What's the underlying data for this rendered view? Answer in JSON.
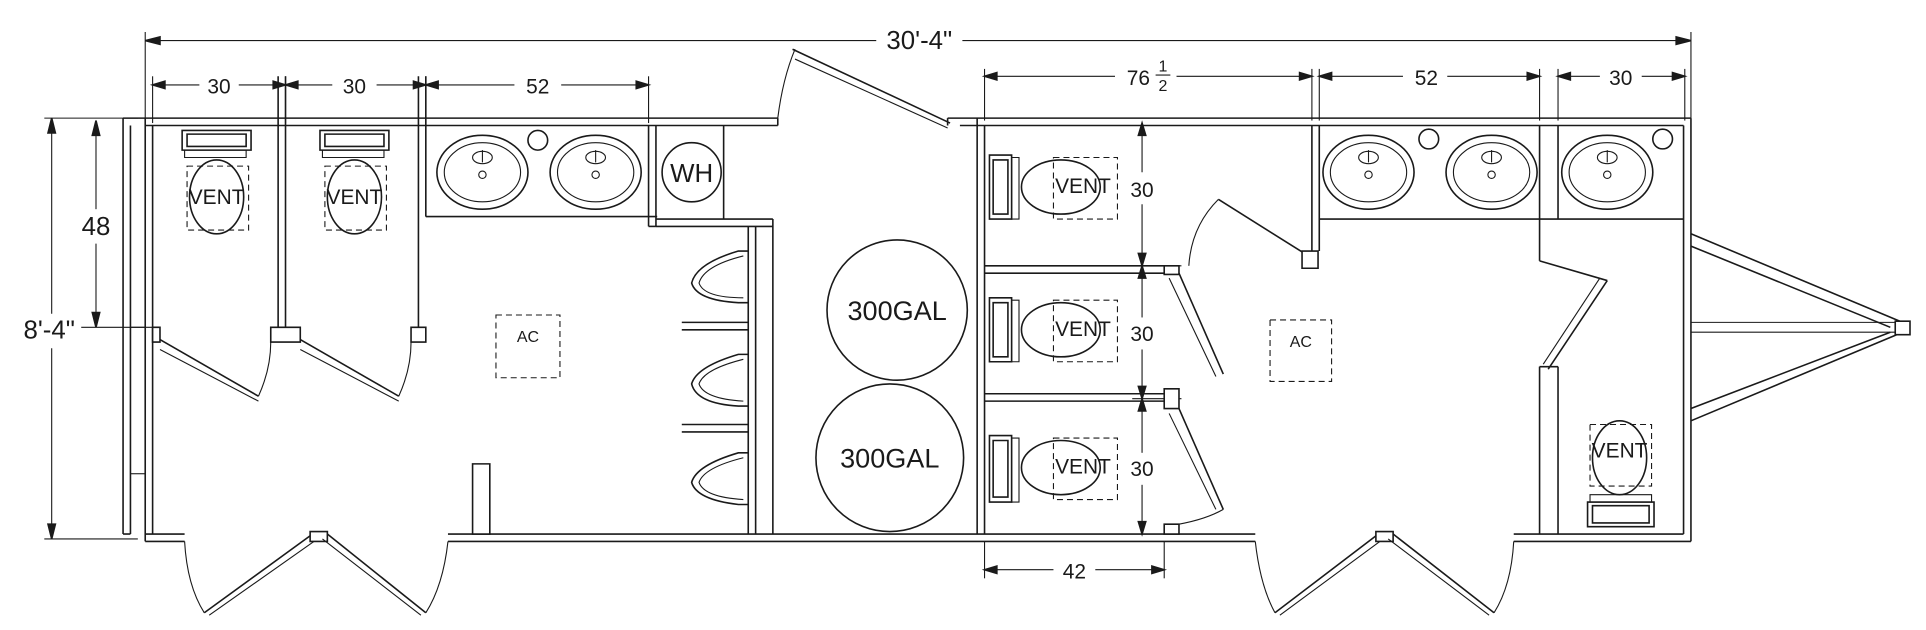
{
  "overall": {
    "length_label": "30'-4\"",
    "width_label": "8'-4\""
  },
  "dims_top_left": [
    "30",
    "30",
    "52"
  ],
  "dims_top_right": {
    "stall_whole": "76",
    "stall_num": "1",
    "stall_den": "2",
    "sinks": "52",
    "end": "30"
  },
  "dims_side_left": "48",
  "dims_stalls_right": [
    "30",
    "30",
    "30"
  ],
  "dims_bottom": "42",
  "fixtures": {
    "vent": "VENT",
    "water_heater": "WH",
    "ac": "AC",
    "tank_upper": "300GAL",
    "tank_lower": "300GAL"
  }
}
